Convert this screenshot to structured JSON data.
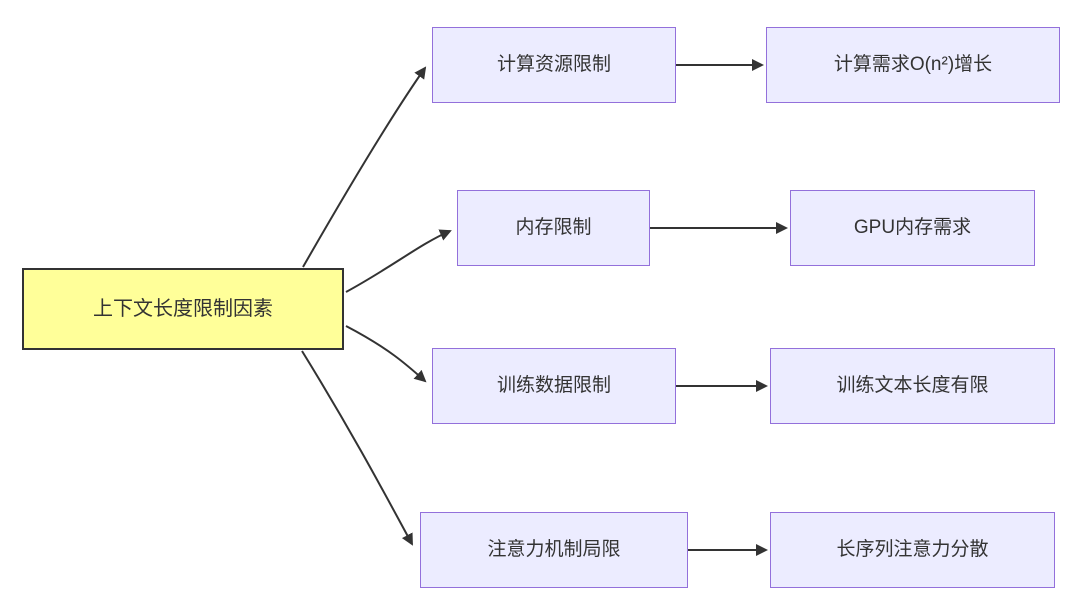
{
  "diagram": {
    "type": "flowchart",
    "root_label": "上下文长度限制因素",
    "branches": [
      {
        "cause": "计算资源限制",
        "effect": "计算需求O(n²)增长"
      },
      {
        "cause": "内存限制",
        "effect": "GPU内存需求"
      },
      {
        "cause": "训练数据限制",
        "effect": "训练文本长度有限"
      },
      {
        "cause": "注意力机制局限",
        "effect": "长序列注意力分散"
      }
    ],
    "colors": {
      "background": "#FFFFFF",
      "root_fill": "#FFFF99",
      "root_border": "#333333",
      "node_fill": "#ECECFF",
      "node_border": "#9370DB",
      "edge": "#333333",
      "text": "#333333"
    }
  }
}
